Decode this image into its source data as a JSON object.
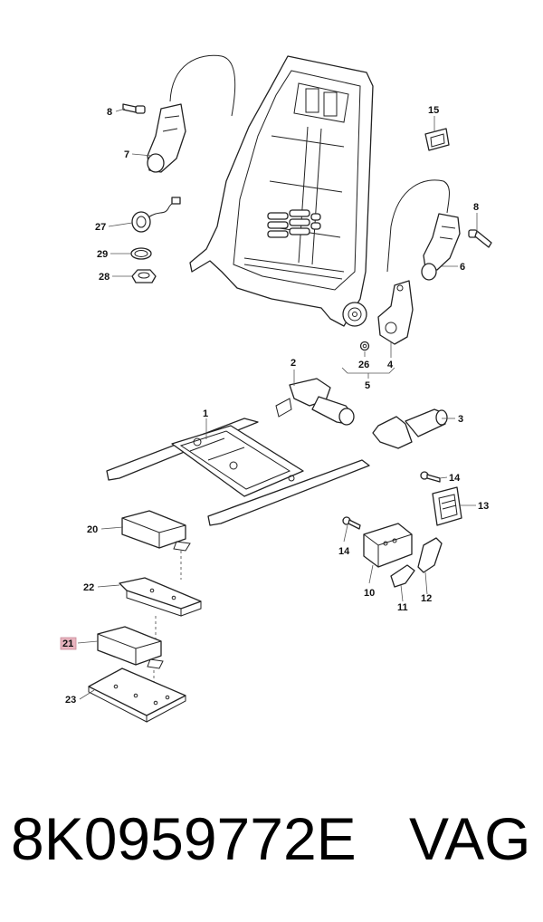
{
  "callouts": {
    "c1": "1",
    "c2": "2",
    "c3": "3",
    "c4": "4",
    "c5": "5",
    "c6": "6",
    "c7": "7",
    "c8a": "8",
    "c8b": "8",
    "c10": "10",
    "c11": "11",
    "c12": "12",
    "c13": "13",
    "c14a": "14",
    "c14b": "14",
    "c15": "15",
    "c20": "20",
    "c21": "21",
    "c22": "22",
    "c23": "23",
    "c26": "26",
    "c27": "27",
    "c28": "28",
    "c29": "29"
  },
  "highlight": {
    "callout": "21",
    "color": "#e8b4bf"
  },
  "footer": {
    "part_number": "8K0959772E",
    "brand": "VAG"
  }
}
